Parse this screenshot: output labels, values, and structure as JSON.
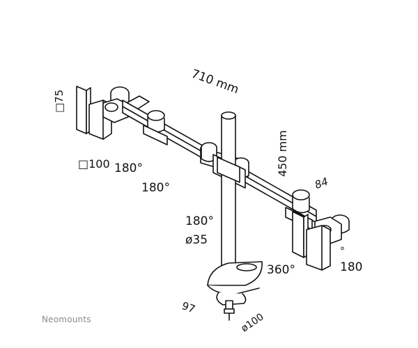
{
  "brand": "Neomounts",
  "dimensions": {
    "arm_width": "710 mm",
    "pole_height": "450 mm",
    "arm_depth": "84",
    "vesa_small": "□75",
    "vesa_large": "□100",
    "tilt_left_1": "180°",
    "tilt_left_2": "180°",
    "swivel_center": "180°",
    "pole_diameter": "ø35",
    "rotation": "360°",
    "tilt_right": "180",
    "degree_mark": "°",
    "clamp_depth": "97",
    "base_diameter": "ø100"
  }
}
